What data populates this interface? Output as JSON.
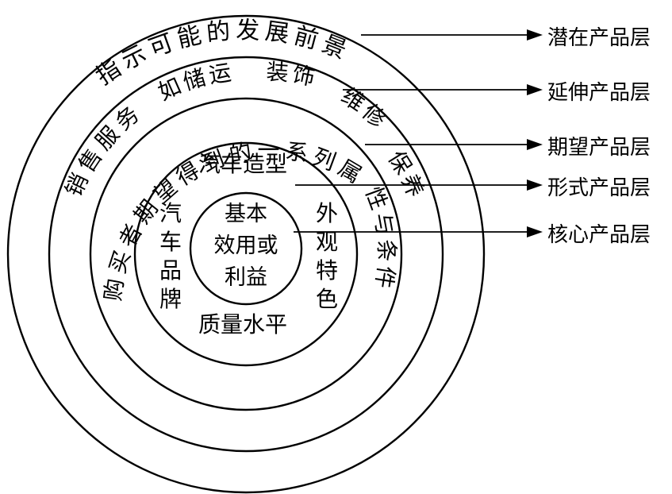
{
  "layers": [
    {
      "name": "潜在产品层",
      "ring_text": "指示可能的发展前景"
    },
    {
      "name": "延伸产品层",
      "ring_text_left": "销售服务",
      "ring_text_mid": "如储运",
      "ring_text_mid2": "装饰",
      "ring_text_right": "维修",
      "ring_text_end": "保养"
    },
    {
      "name": "期望产品层",
      "ring_text_left": "购买者期望得到的一系列属",
      "ring_text_right": "性与条件"
    },
    {
      "name": "形式产品层",
      "top": "汽车造型",
      "left": "汽车品牌",
      "right": "外观特色",
      "bottom": "质量水平"
    },
    {
      "name": "核心产品层",
      "core_lines": [
        "基本",
        "效用或",
        "利益"
      ]
    }
  ]
}
